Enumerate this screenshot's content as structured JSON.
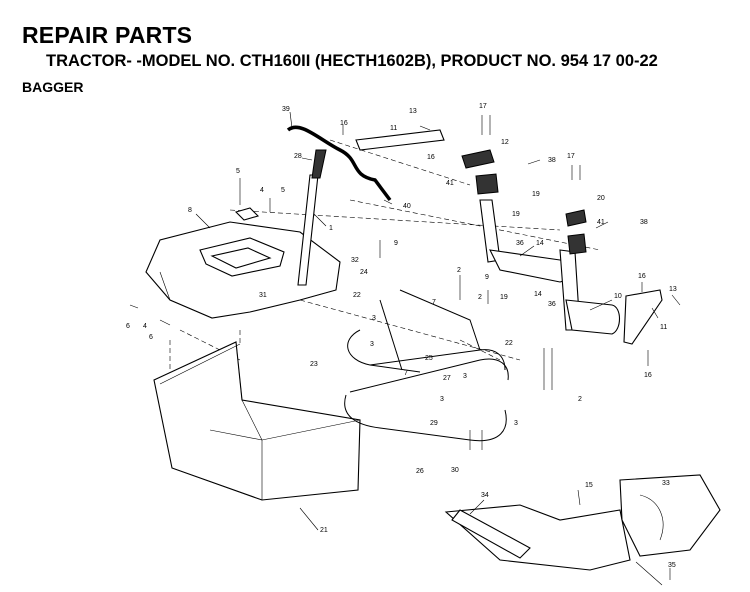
{
  "header": {
    "title": "REPAIR PARTS",
    "subtitle": "TRACTOR- -MODEL NO. CTH160II (HECTH1602B), PRODUCT NO. 954 17 00-22",
    "section": "BAGGER"
  },
  "part_labels": [
    "39",
    "13",
    "16",
    "11",
    "17",
    "12",
    "16",
    "28",
    "38",
    "41",
    "17",
    "5",
    "4",
    "5",
    "40",
    "19",
    "19",
    "20",
    "8",
    "1",
    "41",
    "38",
    "9",
    "36",
    "14",
    "32",
    "24",
    "2",
    "9",
    "16",
    "13",
    "31",
    "22",
    "2",
    "19",
    "7",
    "14",
    "36",
    "10",
    "6",
    "4",
    "3",
    "11",
    "6",
    "3",
    "22",
    "23",
    "25",
    "16",
    "7",
    "27",
    "3",
    "2",
    "3",
    "29",
    "3",
    "26",
    "30",
    "15",
    "33",
    "34",
    "21",
    "35"
  ]
}
